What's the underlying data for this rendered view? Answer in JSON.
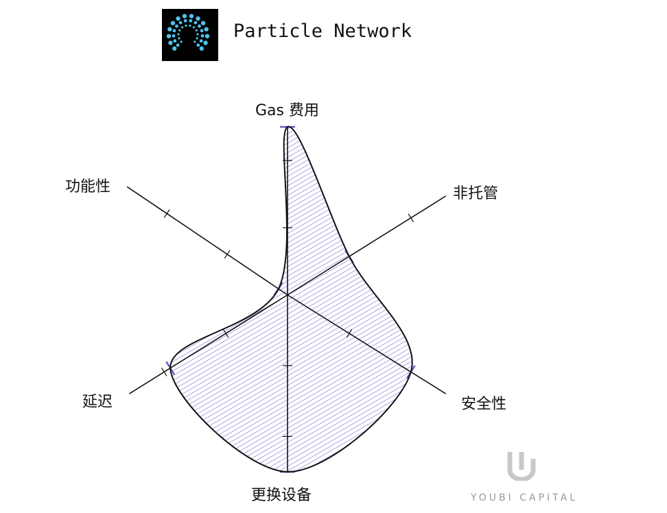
{
  "header": {
    "brand": "Particle Network",
    "logo_icon": "particle-network-logo"
  },
  "watermark": {
    "text": "YOUBI CAPITAL"
  },
  "chart_data": {
    "type": "radar",
    "title": "Particle Network",
    "axes": [
      "Gas 费用",
      "非托管",
      "安全性",
      "更换设备",
      "延迟",
      "功能性"
    ],
    "values": [
      5,
      2,
      4,
      5,
      3.8,
      0.3
    ],
    "range": [
      0,
      5
    ],
    "colors": {
      "fill": "#7b68d9",
      "stroke": "#111111",
      "tick": "#6a5acd"
    }
  }
}
